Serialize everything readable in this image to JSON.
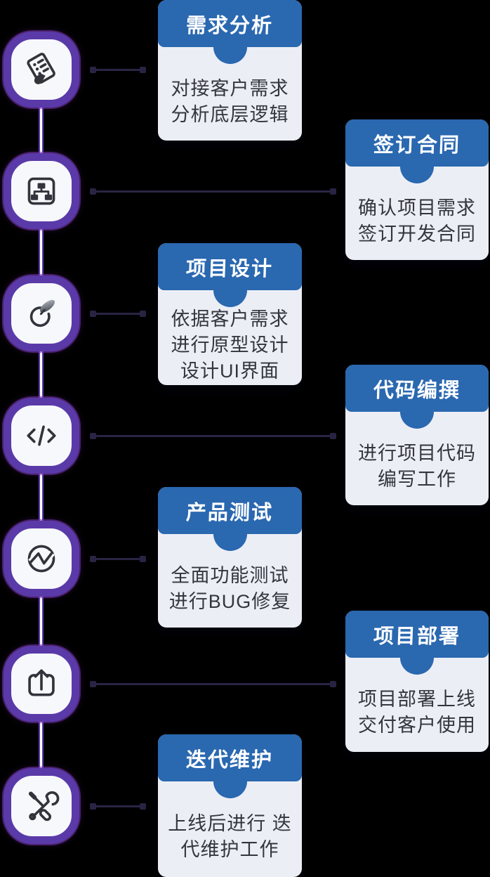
{
  "diagram_title": "software-development-process-timeline",
  "colors": {
    "background": "#000000",
    "header_blue": "#2a68b0",
    "card_body": "#eceef6",
    "ring_purple": "#5a3aa8",
    "ring_edge": "#7b35b5",
    "timeline_white": "#ffffff",
    "connector": "#2a2444",
    "icon": "#31343b",
    "body_text": "#33363c",
    "title_text": "#ffffff"
  },
  "steps": [
    {
      "title": "需求分析",
      "side": "left",
      "icon": "receipt-checklist-icon",
      "lines": [
        "对接客户需求",
        "分析底层逻辑"
      ]
    },
    {
      "title": "签订合同",
      "side": "right",
      "icon": "sitemap-flowchart-icon",
      "lines": [
        "确认项目需求",
        "签订开发合同"
      ]
    },
    {
      "title": "项目设计",
      "side": "left",
      "icon": "design-pen-icon",
      "lines": [
        "依据客户需求",
        "进行原型设计",
        "设计UI界面"
      ]
    },
    {
      "title": "代码编撰",
      "side": "right",
      "icon": "code-brackets-icon",
      "lines": [
        "进行项目代码",
        "编写工作"
      ]
    },
    {
      "title": "产品测试",
      "side": "left",
      "icon": "pulse-chart-icon",
      "lines": [
        "全面功能测试",
        "进行BUG修复"
      ]
    },
    {
      "title": "项目部署",
      "side": "right",
      "icon": "upload-share-icon",
      "lines": [
        "项目部署上线",
        "交付客户使用"
      ]
    },
    {
      "title": "迭代维护",
      "side": "left",
      "icon": "tools-maintenance-icon",
      "lines": [
        "上线后进行 迭",
        "代维护工作"
      ]
    }
  ]
}
